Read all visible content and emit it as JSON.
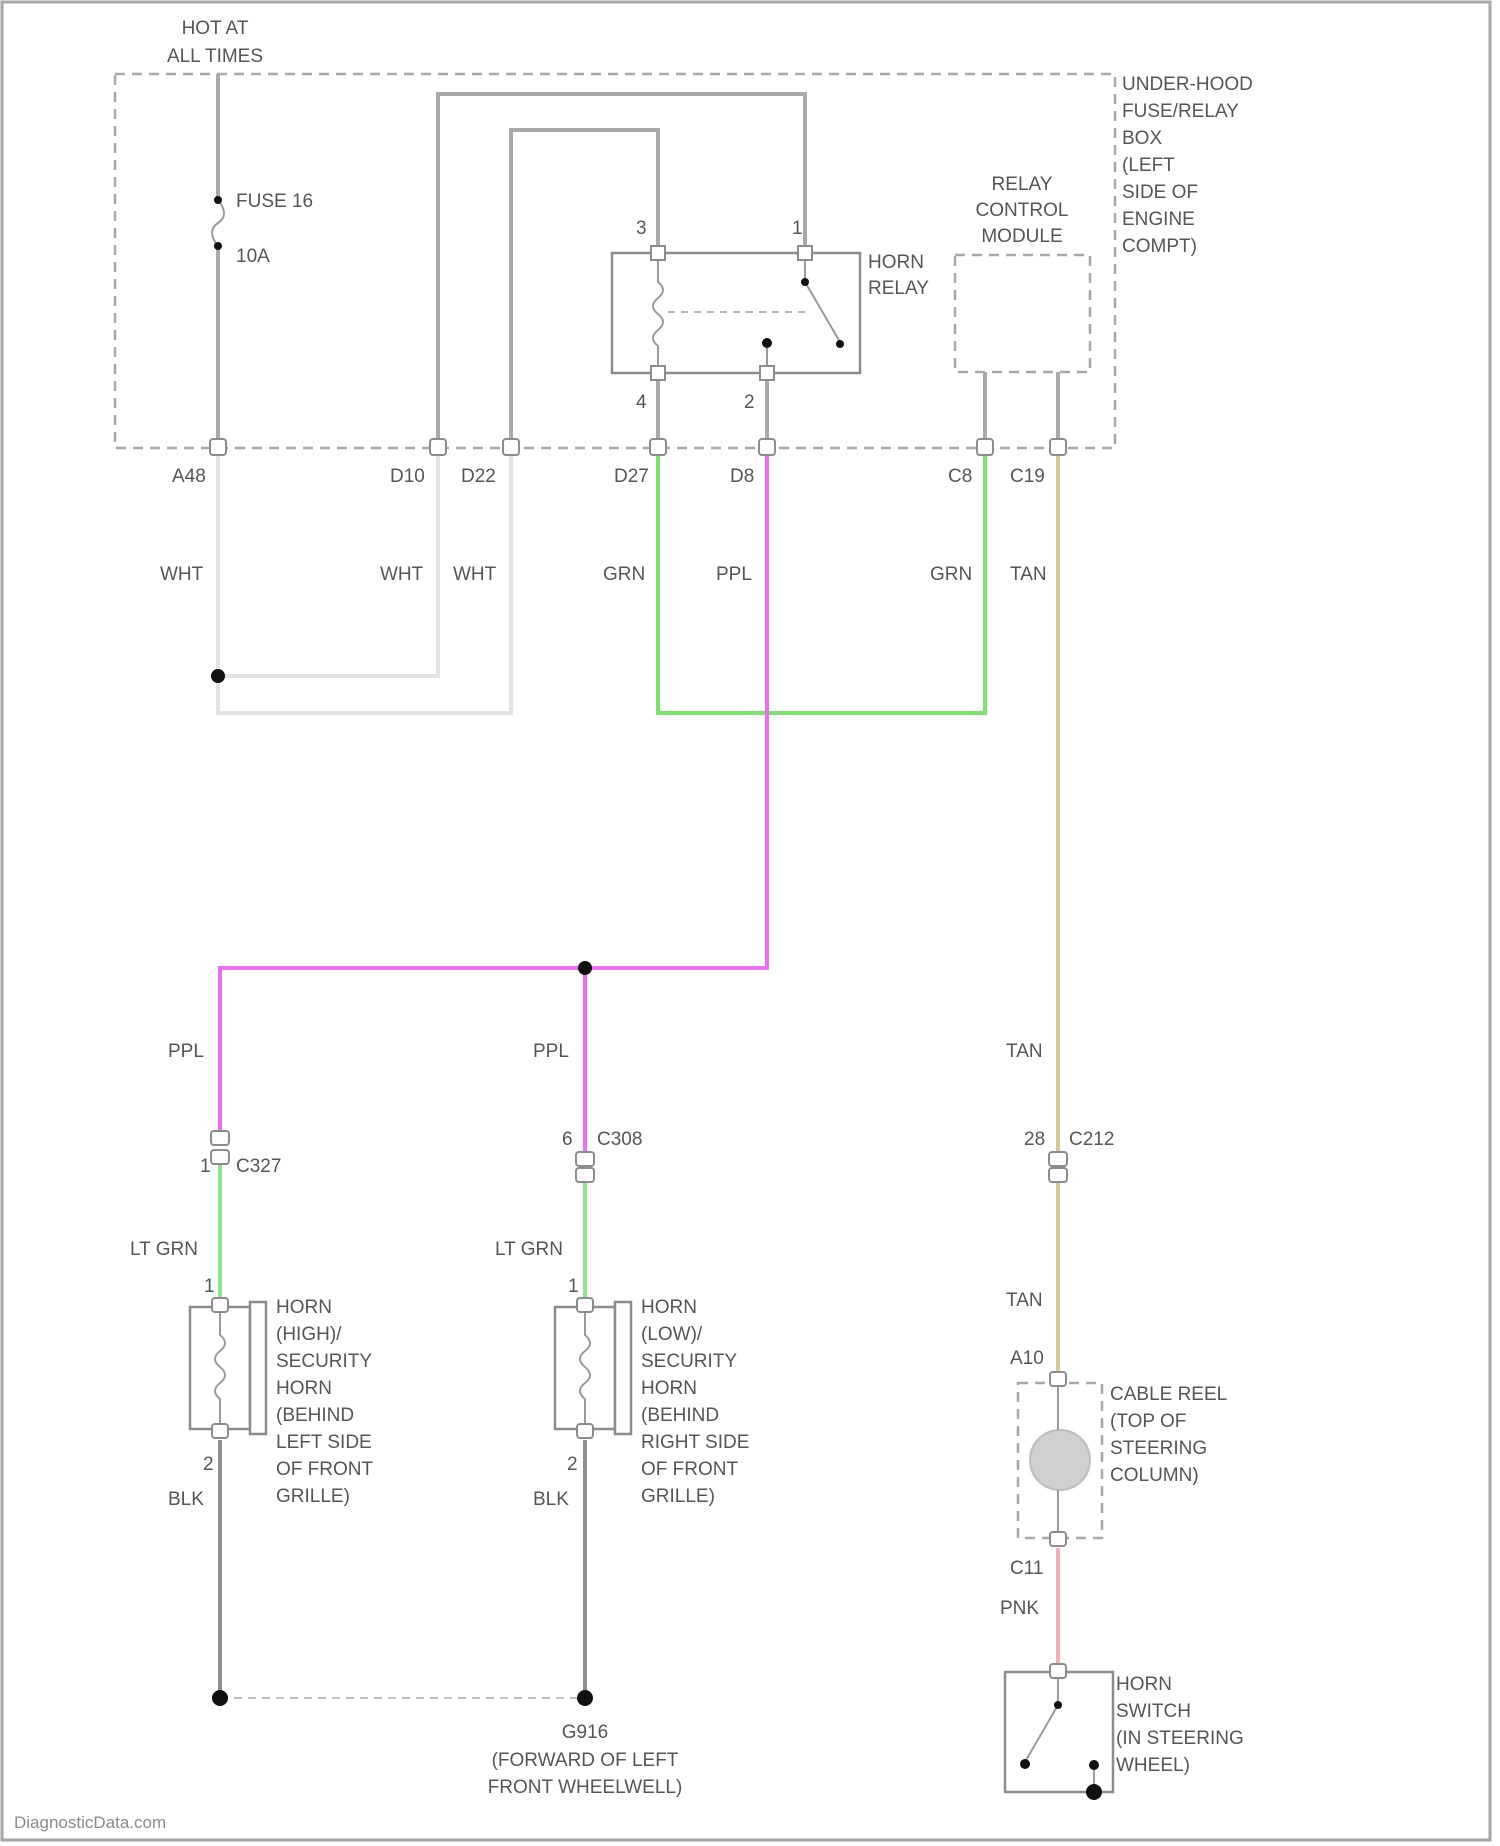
{
  "colors": {
    "wht": "#e3e3e3",
    "gray": "#a9a9a9",
    "grn": "#7be36a",
    "ppl": "#f06cf0",
    "tan": "#d8c896",
    "pnk": "#f4aeb8",
    "ltgrn": "#8ee88a",
    "blk": "#8f8f8f"
  },
  "power": {
    "hot_line1": "HOT AT",
    "hot_line2": "ALL TIMES"
  },
  "fuse": {
    "name": "FUSE 16",
    "rating": "10A"
  },
  "fuse_box": {
    "label_lines": [
      "UNDER-HOOD",
      "FUSE/RELAY",
      "BOX",
      "(LEFT",
      "SIDE OF",
      "ENGINE",
      "COMPT)"
    ]
  },
  "horn_relay": {
    "label_lines": [
      "HORN",
      "RELAY"
    ],
    "pins": [
      "3",
      "1",
      "4",
      "2"
    ]
  },
  "relay_control_module": {
    "label_lines": [
      "RELAY",
      "CONTROL",
      "MODULE"
    ]
  },
  "connectors": {
    "a48": "A48",
    "d10": "D10",
    "d22": "D22",
    "d27": "D27",
    "d8": "D8",
    "c8": "C8",
    "c19": "C19",
    "c327_pin": "1",
    "c327": "C327",
    "c308_pin": "6",
    "c308": "C308",
    "c212_pin": "28",
    "c212": "C212",
    "a10": "A10",
    "c11": "C11"
  },
  "wire_labels": {
    "wht_a48": "WHT",
    "wht_d10": "WHT",
    "wht_d22": "WHT",
    "grn_d27": "GRN",
    "ppl_d8": "PPL",
    "grn_c8": "GRN",
    "tan_c19": "TAN",
    "ppl_left": "PPL",
    "ppl_mid": "PPL",
    "tan_mid": "TAN",
    "ltgrn_left": "LT GRN",
    "ltgrn_mid": "LT GRN",
    "tan_low": "TAN",
    "pnk": "PNK",
    "blk_left": "BLK",
    "blk_mid": "BLK"
  },
  "horn_high": {
    "pin_top": "1",
    "pin_bottom": "2",
    "label_lines": [
      "HORN",
      "(HIGH)/",
      "SECURITY",
      "HORN",
      "(BEHIND",
      "LEFT SIDE",
      "OF FRONT",
      "GRILLE)"
    ]
  },
  "horn_low": {
    "pin_top": "1",
    "pin_bottom": "2",
    "label_lines": [
      "HORN",
      "(LOW)/",
      "SECURITY",
      "HORN",
      "(BEHIND",
      "RIGHT SIDE",
      "OF FRONT",
      "GRILLE)"
    ]
  },
  "cable_reel": {
    "label_lines": [
      "CABLE REEL",
      "(TOP OF",
      "STEERING",
      "COLUMN)"
    ]
  },
  "horn_switch": {
    "label_lines": [
      "HORN",
      "SWITCH",
      "(IN STEERING",
      "WHEEL)"
    ]
  },
  "ground": {
    "id": "G916",
    "desc_lines": [
      "(FORWARD OF LEFT",
      "FRONT WHEELWELL)"
    ]
  },
  "watermark": "DiagnosticData.com"
}
